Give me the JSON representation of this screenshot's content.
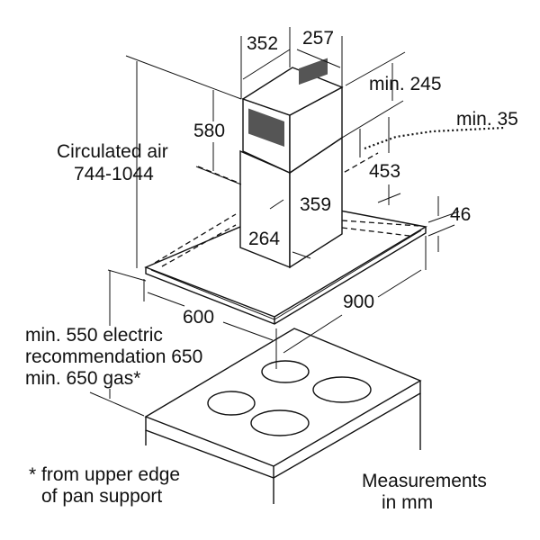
{
  "dimensions": {
    "chimney_width": "352",
    "chimney_depth": "257",
    "min_top_clearance": "min. 245",
    "min_side": "min. 35",
    "chimney_upper_height": "580",
    "circulated_air_label": "Circulated air",
    "circulated_air_range": "744-1044",
    "chimney_lower_height": "453",
    "lower_width": "359",
    "canopy_thickness": "46",
    "lower_depth": "264",
    "canopy_depth": "600",
    "canopy_width": "900"
  },
  "clearance_notes": [
    "min. 550 electric",
    "recommendation 650",
    "min. 650 gas*"
  ],
  "footnote": [
    "* from upper edge",
    "of pan support"
  ],
  "units_note": [
    "Measurements",
    "in mm"
  ]
}
